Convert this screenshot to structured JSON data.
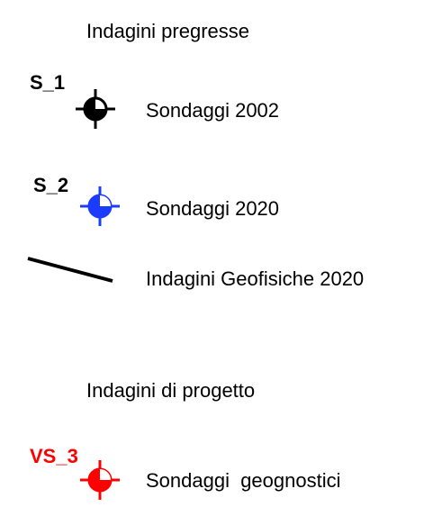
{
  "legend": {
    "sections": [
      {
        "heading": "Indagini pregresse",
        "items": [
          {
            "code": "S_1",
            "label": "Sondaggi 2002",
            "symbol": "borehole-symbol",
            "color": "#000000"
          },
          {
            "code": "S_2",
            "label": "Sondaggi 2020",
            "symbol": "borehole-symbol",
            "color": "#1a3cff"
          },
          {
            "code": "",
            "label": "Indagini Geofisiche 2020",
            "symbol": "geophysical-line-symbol",
            "color": "#000000"
          }
        ]
      },
      {
        "heading": "Indagini di progetto",
        "items": [
          {
            "code": "VS_3",
            "label": "Sondaggi  geognostici",
            "symbol": "borehole-symbol",
            "color": "#ff0000"
          }
        ]
      }
    ]
  }
}
